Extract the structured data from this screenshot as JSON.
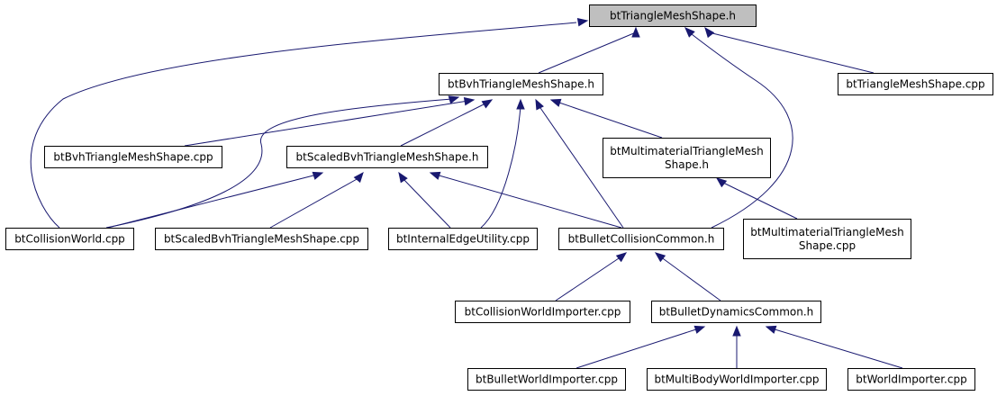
{
  "diagram": {
    "type": "include-dependency-graph",
    "colors": {
      "root_fill": "#bfbfbf",
      "node_fill": "#ffffff",
      "node_border": "#000000",
      "edge": "#191970"
    },
    "nodes": [
      {
        "id": "n_root",
        "lines": [
          "btTriangleMeshShape.h"
        ],
        "root": true
      },
      {
        "id": "n_bvh_h",
        "lines": [
          "btBvhTriangleMeshShape.h"
        ]
      },
      {
        "id": "n_tms_cpp",
        "lines": [
          "btTriangleMeshShape.cpp"
        ]
      },
      {
        "id": "n_bvh_cpp",
        "lines": [
          "btBvhTriangleMeshShape.cpp"
        ]
      },
      {
        "id": "n_scaled_h",
        "lines": [
          "btScaledBvhTriangleMeshShape.h"
        ]
      },
      {
        "id": "n_multi_h",
        "lines": [
          "btMultimaterialTriangleMesh",
          "Shape.h"
        ]
      },
      {
        "id": "n_cw_cpp",
        "lines": [
          "btCollisionWorld.cpp"
        ]
      },
      {
        "id": "n_scaled_cpp",
        "lines": [
          "btScaledBvhTriangleMeshShape.cpp"
        ]
      },
      {
        "id": "n_ieu_cpp",
        "lines": [
          "btInternalEdgeUtility.cpp"
        ]
      },
      {
        "id": "n_bcc_h",
        "lines": [
          "btBulletCollisionCommon.h"
        ]
      },
      {
        "id": "n_multi_cpp",
        "lines": [
          "btMultimaterialTriangleMesh",
          "Shape.cpp"
        ]
      },
      {
        "id": "n_cwi_cpp",
        "lines": [
          "btCollisionWorldImporter.cpp"
        ]
      },
      {
        "id": "n_bdc_h",
        "lines": [
          "btBulletDynamicsCommon.h"
        ]
      },
      {
        "id": "n_bwi_cpp",
        "lines": [
          "btBulletWorldImporter.cpp"
        ]
      },
      {
        "id": "n_mbwi_cpp",
        "lines": [
          "btMultiBodyWorldImporter.cpp"
        ]
      },
      {
        "id": "n_wi_cpp",
        "lines": [
          "btWorldImporter.cpp"
        ]
      }
    ],
    "edges": [
      {
        "from": "n_bvh_h",
        "to": "n_root"
      },
      {
        "from": "n_tms_cpp",
        "to": "n_root"
      },
      {
        "from": "n_cw_cpp",
        "to": "n_root"
      },
      {
        "from": "n_bcc_h",
        "to": "n_root"
      },
      {
        "from": "n_bvh_cpp",
        "to": "n_bvh_h"
      },
      {
        "from": "n_scaled_h",
        "to": "n_bvh_h"
      },
      {
        "from": "n_multi_h",
        "to": "n_bvh_h"
      },
      {
        "from": "n_cw_cpp",
        "to": "n_bvh_h"
      },
      {
        "from": "n_ieu_cpp",
        "to": "n_bvh_h"
      },
      {
        "from": "n_bcc_h",
        "to": "n_bvh_h"
      },
      {
        "from": "n_cw_cpp",
        "to": "n_scaled_h"
      },
      {
        "from": "n_scaled_cpp",
        "to": "n_scaled_h"
      },
      {
        "from": "n_ieu_cpp",
        "to": "n_scaled_h"
      },
      {
        "from": "n_bcc_h",
        "to": "n_scaled_h"
      },
      {
        "from": "n_multi_cpp",
        "to": "n_multi_h"
      },
      {
        "from": "n_cwi_cpp",
        "to": "n_bcc_h"
      },
      {
        "from": "n_bdc_h",
        "to": "n_bcc_h"
      },
      {
        "from": "n_bwi_cpp",
        "to": "n_bdc_h"
      },
      {
        "from": "n_mbwi_cpp",
        "to": "n_bdc_h"
      },
      {
        "from": "n_wi_cpp",
        "to": "n_bdc_h"
      }
    ]
  }
}
